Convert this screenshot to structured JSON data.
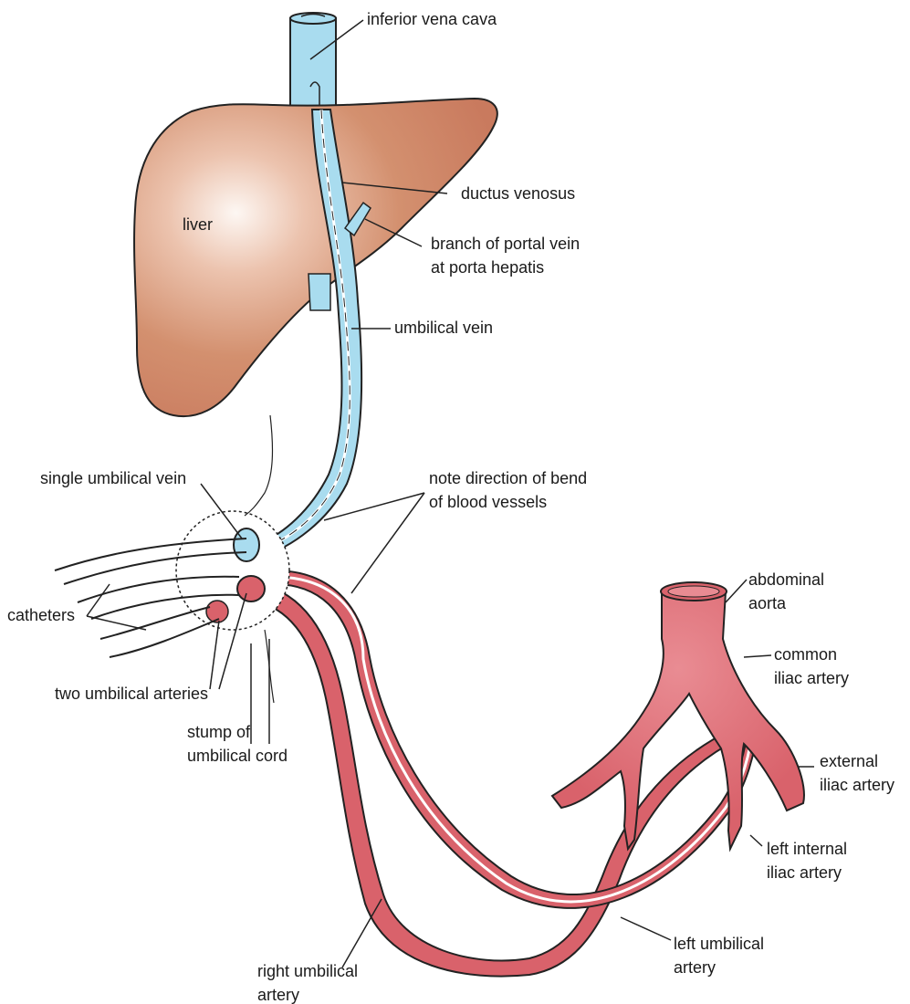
{
  "labels": {
    "inferior_vena_cava": "inferior vena cava",
    "liver": "liver",
    "ductus_venosus": "ductus venosus",
    "portal_branch_1": "branch of portal vein",
    "portal_branch_2": "at porta hepatis",
    "umbilical_vein": "umbilical vein",
    "single_umbilical_vein": "single umbilical vein",
    "note_bend_1": "note direction of bend",
    "note_bend_2": "of blood vessels",
    "catheters": "catheters",
    "two_umbilical_arteries": "two umbilical arteries",
    "stump_1": "stump of",
    "stump_2": "umbilical cord",
    "abdominal_aorta_1": "abdominal",
    "abdominal_aorta_2": "aorta",
    "common_iliac_1": "common",
    "common_iliac_2": "iliac artery",
    "external_iliac_1": "external",
    "external_iliac_2": "iliac artery",
    "left_internal_iliac_1": "left internal",
    "left_internal_iliac_2": "iliac artery",
    "left_umbilical_1": "left umbilical",
    "left_umbilical_2": "artery",
    "right_umbilical_1": "right umbilical",
    "right_umbilical_2": "artery"
  },
  "colors": {
    "vein": "#a9dcef",
    "artery": "#d9626b",
    "artery_light": "#e88b92",
    "liver_center": "#fbf3ee",
    "liver_edge": "#c97a5e",
    "outline": "#222222"
  }
}
